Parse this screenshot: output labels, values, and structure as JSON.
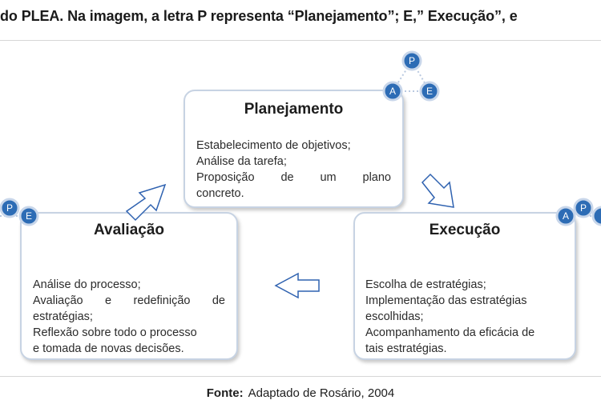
{
  "caption": "do PLEA. Na imagem, a letra P representa “Planejamento”; E,” Execução”, e",
  "colors": {
    "node": "#2d6cb5",
    "connector": "#b9c9e0",
    "box_border": "#c7d3e3",
    "arrow": "#2f62b0"
  },
  "icons": [
    "cycle-node-icon",
    "arrow-outline-icon"
  ],
  "cycle_letters": {
    "p": "P",
    "a": "A",
    "e": "E"
  },
  "boxes": {
    "planejamento": {
      "title": "Planejamento",
      "items": [
        "Estabelecimento de objetivos;",
        "Análise da tarefa;",
        "Proposição de um plano",
        "concreto."
      ]
    },
    "avaliacao": {
      "title": "Avaliação",
      "items": [
        "Análise do processo;",
        "Avaliação e redefinição de",
        "estratégias;",
        "Reflexão sobre todo o processo",
        "e tomada de novas decisões."
      ]
    },
    "execucao": {
      "title": "Execução",
      "items": [
        "Escolha de estratégias;",
        "Implementação das estratégias",
        "escolhidas;",
        "Acompanhamento da eficácia de",
        "tais estratégias."
      ]
    }
  },
  "source": {
    "label": "Fonte:",
    "text": "Adaptado de Rosário, 2004"
  }
}
